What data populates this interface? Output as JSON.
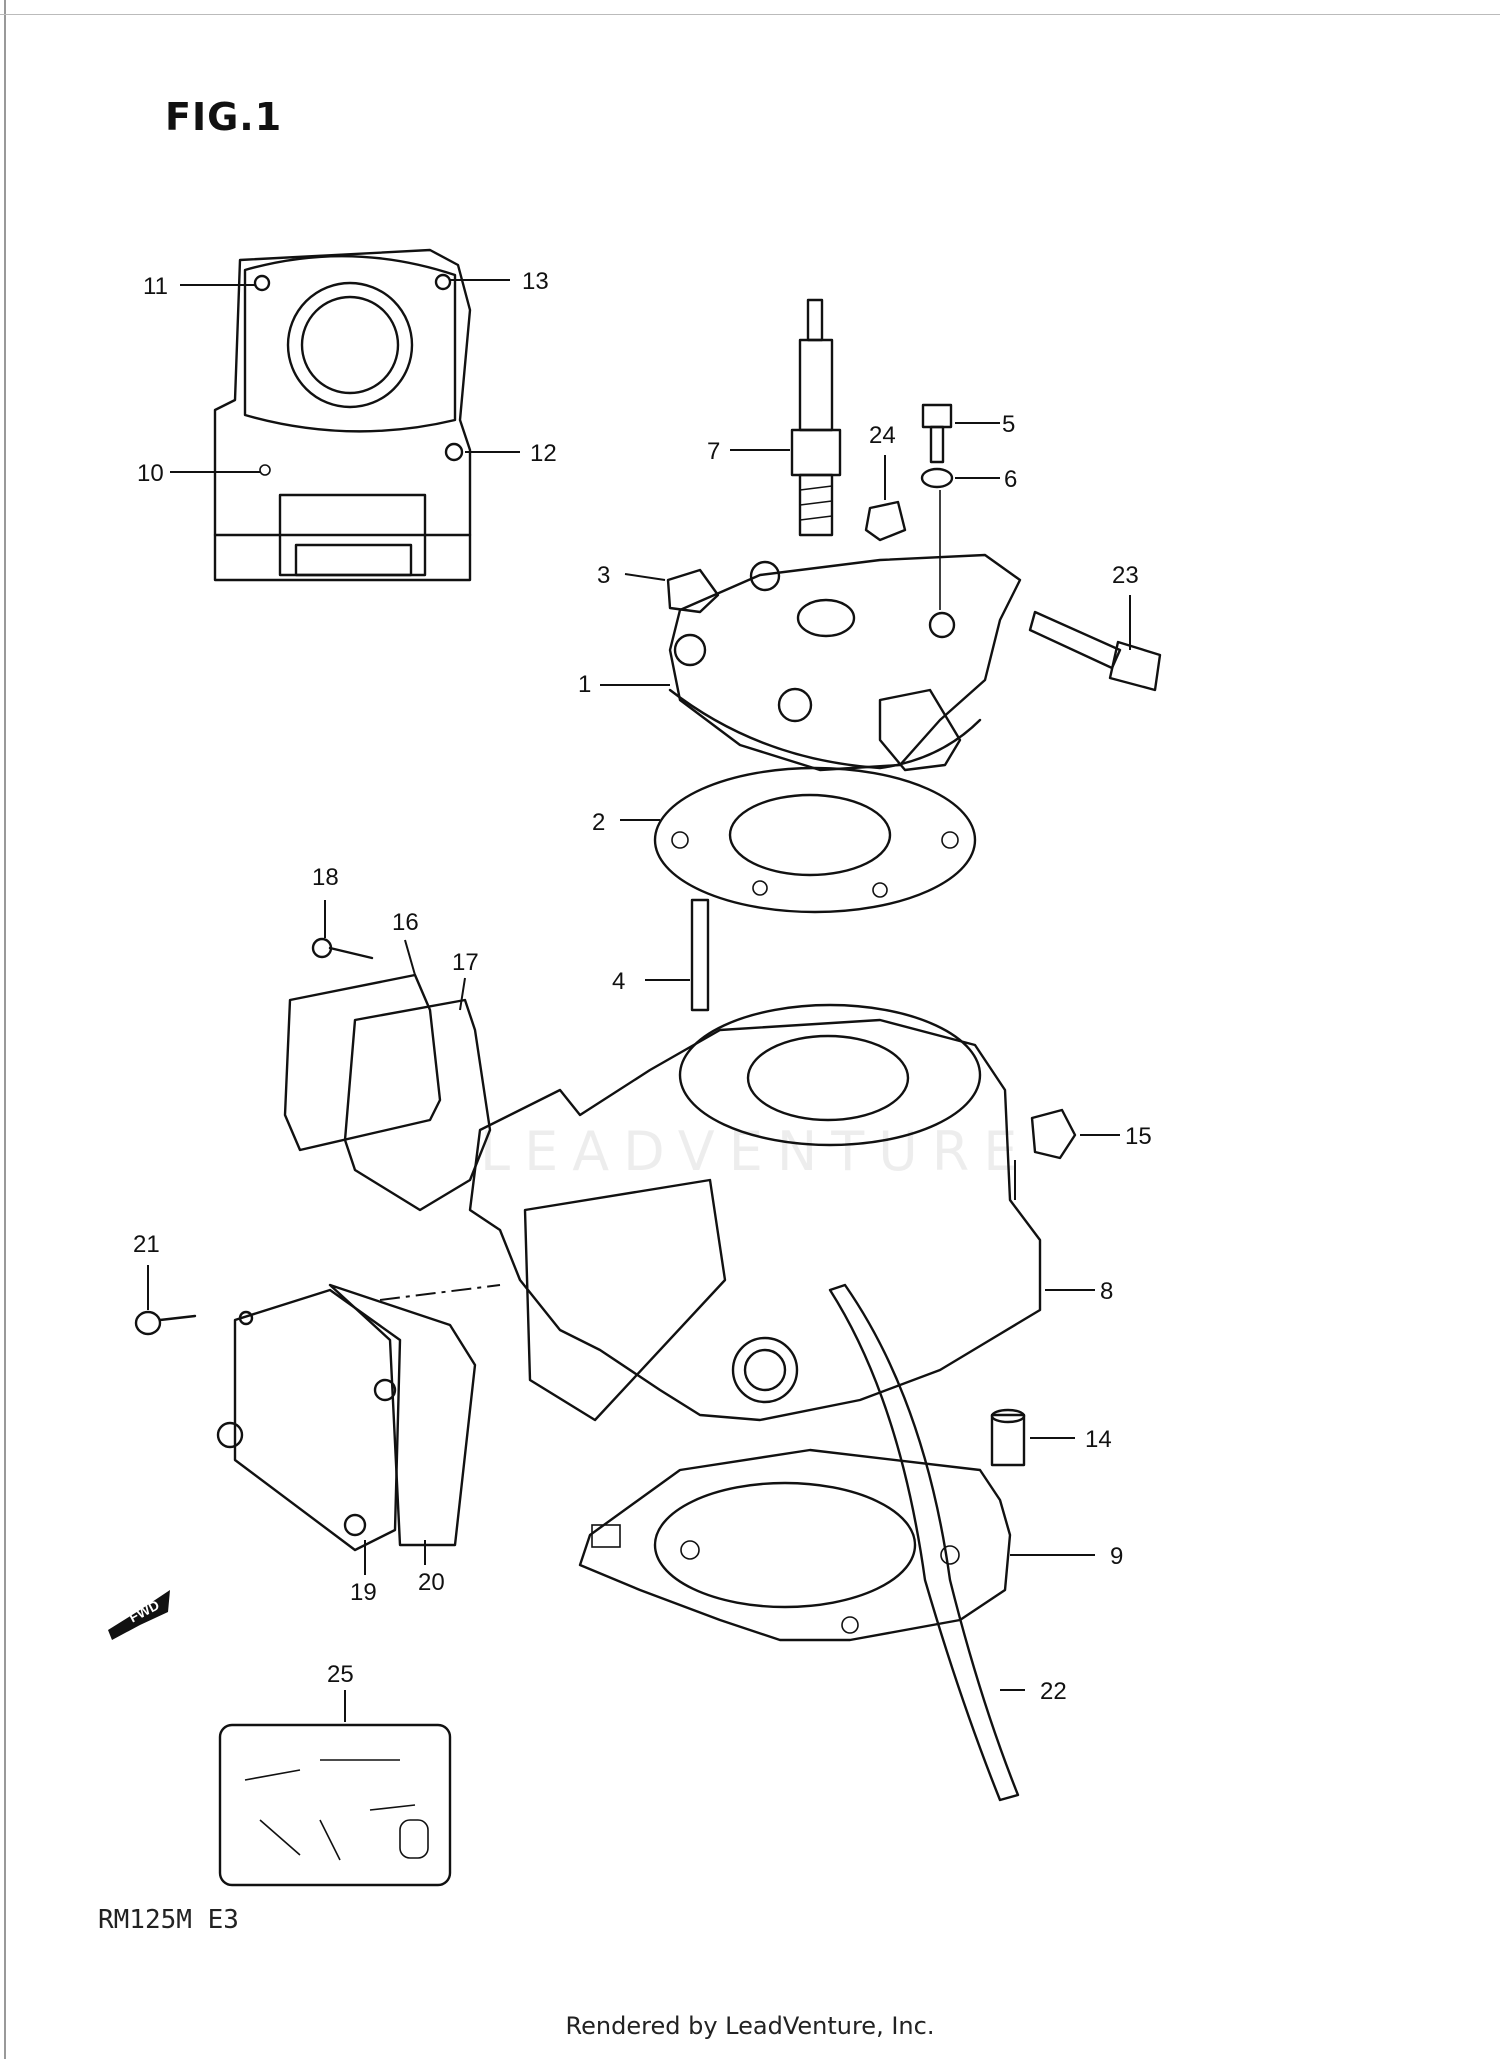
{
  "figure": {
    "title": "FIG.1",
    "model": "RM125M E3",
    "credit": "Rendered by LeadVenture, Inc.",
    "watermark": "LEADVENTURE"
  },
  "fwd_label": "FWD",
  "callouts": [
    "1",
    "2",
    "3",
    "4",
    "5",
    "6",
    "7",
    "8",
    "9",
    "10",
    "11",
    "12",
    "13",
    "14",
    "15",
    "16",
    "17",
    "18",
    "19",
    "20",
    "21",
    "22",
    "23",
    "24",
    "25"
  ],
  "colors": {
    "line": "#111111",
    "background": "#ffffff"
  }
}
